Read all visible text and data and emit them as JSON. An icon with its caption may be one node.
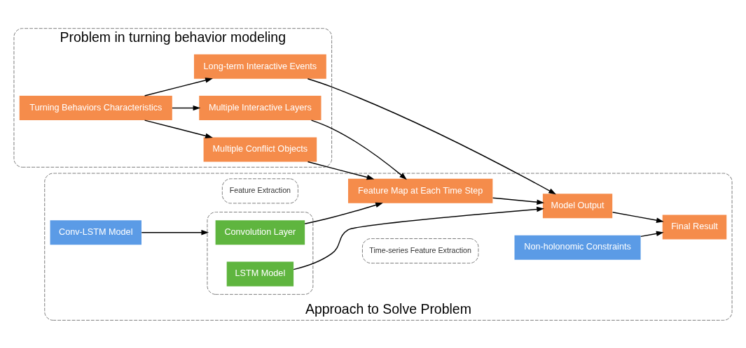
{
  "diagram": {
    "nodes": [
      {
        "text": [
          "Problem in turning behavior modeling"
        ]
      },
      {
        "text": [
          "Turning Behaviors Characteristics"
        ],
        "in": 0
      },
      {
        "text": [
          "Multiple Conflict Objects"
        ],
        "in": 0
      },
      {
        "text": [
          "Multiple Interactive Layers"
        ],
        "in": 0
      },
      {
        "text": [
          "Long-term Interactive Events"
        ],
        "in": 0
      },
      {
        "text": [
          "Approach to Solve Problem"
        ]
      },
      {
        "text": [
          "Conv-LSTM Model"
        ],
        "in": 5
      },
      {
        "text": [],
        "shape": "box",
        "in": 5
      },
      {
        "text": [
          "Convolution Layer"
        ],
        "in": 7
      },
      {
        "text": [
          "LSTM Model"
        ],
        "in": 7
      },
      {
        "text": [
          "Feature Extraction"
        ],
        "in": 5
      },
      {
        "text": [
          "Feature Map at Each Time Step"
        ],
        "in": 5
      },
      {
        "text": [
          "Time-series Feature Extraction"
        ],
        "in": 5
      },
      {
        "text": [
          "Non-holonomic Constraints"
        ],
        "in": 5
      },
      {
        "text": [
          "Model Output"
        ],
        "in": 5
      },
      {
        "text": [
          "Final Result"
        ],
        "in": 5
      }
    ],
    "edges": [
      {
        "from": 1,
        "to": 2,
        "arrow": "to"
      },
      {
        "from": 1,
        "to": 3,
        "arrow": "to"
      },
      {
        "from": 1,
        "to": 4,
        "arrow": "to"
      },
      {
        "from": 2,
        "to": 11,
        "arrow": "to"
      },
      {
        "from": 3,
        "to": 11,
        "arrow": "to"
      },
      {
        "from": 8,
        "to": 11,
        "arrow": "to"
      },
      {
        "from": 6,
        "to": 7,
        "arrow": "to"
      },
      {
        "from": 11,
        "to": 14,
        "arrow": "to"
      },
      {
        "from": 4,
        "to": 14,
        "arrow": "to"
      },
      {
        "from": 9,
        "to": 14,
        "arrow": "to"
      },
      {
        "from": 14,
        "to": 15,
        "arrow": "to"
      },
      {
        "from": 13,
        "to": 15,
        "arrow": "to"
      }
    ]
  }
}
